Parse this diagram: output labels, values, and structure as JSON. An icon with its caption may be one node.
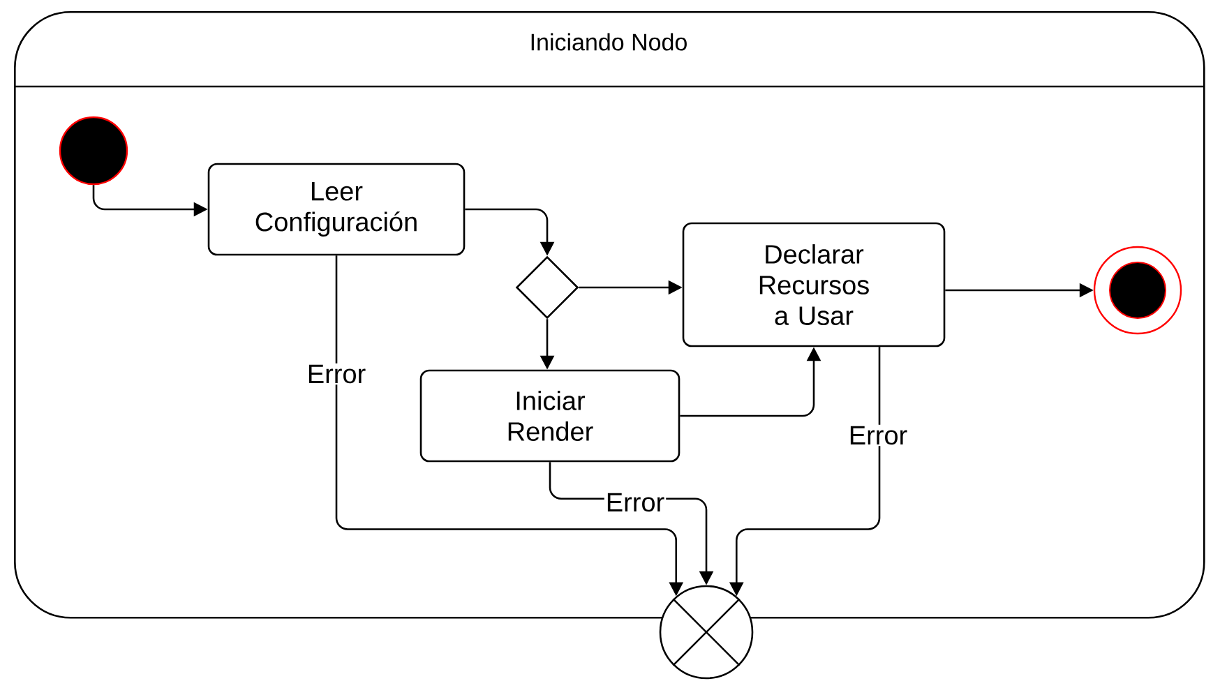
{
  "diagram": {
    "nodes": [
      {
        "text": [
          "Iniciando Nodo"
        ]
      },
      {
        "text": [],
        "shape": "circle",
        "in": 0
      },
      {
        "text": [
          "Leer Configuración"
        ],
        "in": 0
      },
      {
        "text": [],
        "shape": "diamond",
        "in": 0
      },
      {
        "text": [
          "Declarar Recursos a Usar"
        ],
        "in": 0
      },
      {
        "text": [],
        "shape": "circle",
        "in": 0
      },
      {
        "text": [
          "Iniciar Render"
        ],
        "in": 0
      },
      {
        "text": [],
        "shape": "circle"
      }
    ],
    "edges": [
      {
        "from": 1,
        "to": 2,
        "arrow": "to"
      },
      {
        "from": 2,
        "to": 3,
        "arrow": "to"
      },
      {
        "from": 3,
        "to": 4,
        "arrow": "to"
      },
      {
        "from": 3,
        "to": 6,
        "arrow": "to"
      },
      {
        "from": 6,
        "to": 4,
        "arrow": "to"
      },
      {
        "from": 4,
        "to": 5,
        "arrow": "to"
      },
      {
        "from": 2,
        "to": 7,
        "label": "Error",
        "arrow": "to"
      },
      {
        "from": 6,
        "to": 7,
        "label": "Error",
        "arrow": "to"
      },
      {
        "from": 4,
        "to": 7,
        "label": "Error",
        "arrow": "to"
      }
    ]
  }
}
